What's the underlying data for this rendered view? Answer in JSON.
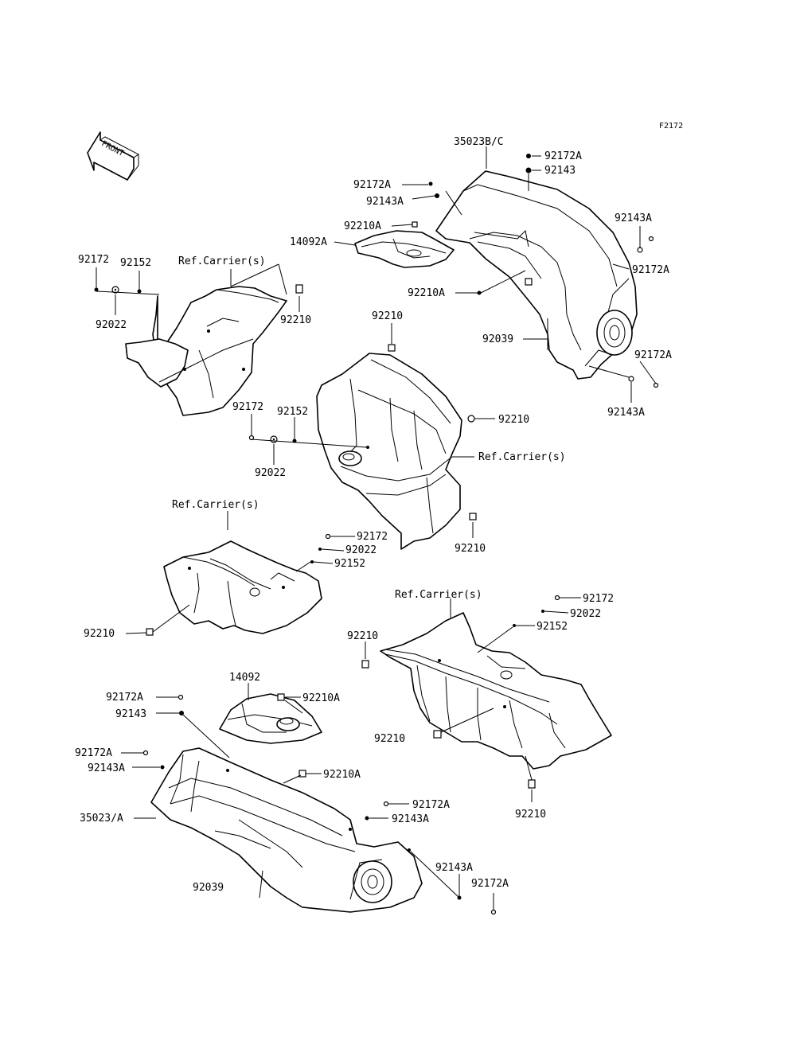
{
  "figure_code": "F2172",
  "front_arrow_text": "FRONT",
  "labels": {
    "l35023BC": "35023B/C",
    "l92172A_1": "92172A",
    "l92143_1": "92143",
    "l92172A_2": "92172A",
    "l92143A_2": "92143A",
    "l92210A_1": "92210A",
    "l14092A": "14092A",
    "l92143A_r": "92143A",
    "l92172A_r": "92172A",
    "l92210A_2": "92210A",
    "l92039_1": "92039",
    "l92172A_r2": "92172A",
    "l92143A_r2": "92143A",
    "l92172_tl": "92172",
    "l92152_tl": "92152",
    "lRefCarrier_tl": "Ref.Carrier(s)",
    "l92210_tl": "92210",
    "l92022_tl": "92022",
    "l92210_c": "92210",
    "l92172_c": "92172",
    "l92152_c": "92152",
    "l92210_c2": "92210",
    "lRefCarrier_c": "Ref.Carrier(s)",
    "l92022_c": "92022",
    "l92210_c3": "92210",
    "lRefCarrier_ml": "Ref.Carrier(s)",
    "l92172_ml": "92172",
    "l92022_ml": "92022",
    "l92152_ml": "92152",
    "l92210_ml": "92210",
    "lRefCarrier_mr": "Ref.Carrier(s)",
    "l92172_mr": "92172",
    "l92022_mr": "92022",
    "l92152_mr": "92152",
    "l92210_mr1": "92210",
    "l92210_mr2": "92210",
    "l92210_mr3": "92210",
    "l14092": "14092",
    "l92210A_b": "92210A",
    "l92172A_b1": "92172A",
    "l92143_b": "92143",
    "l92172A_b2": "92172A",
    "l92143A_b2": "92143A",
    "l92210A_b2": "92210A",
    "l35023A": "35023/A",
    "l92172A_b3": "92172A",
    "l92143A_b3": "92143A",
    "l92143A_b4": "92143A",
    "l92172A_b4": "92172A",
    "l92039_b": "92039"
  }
}
